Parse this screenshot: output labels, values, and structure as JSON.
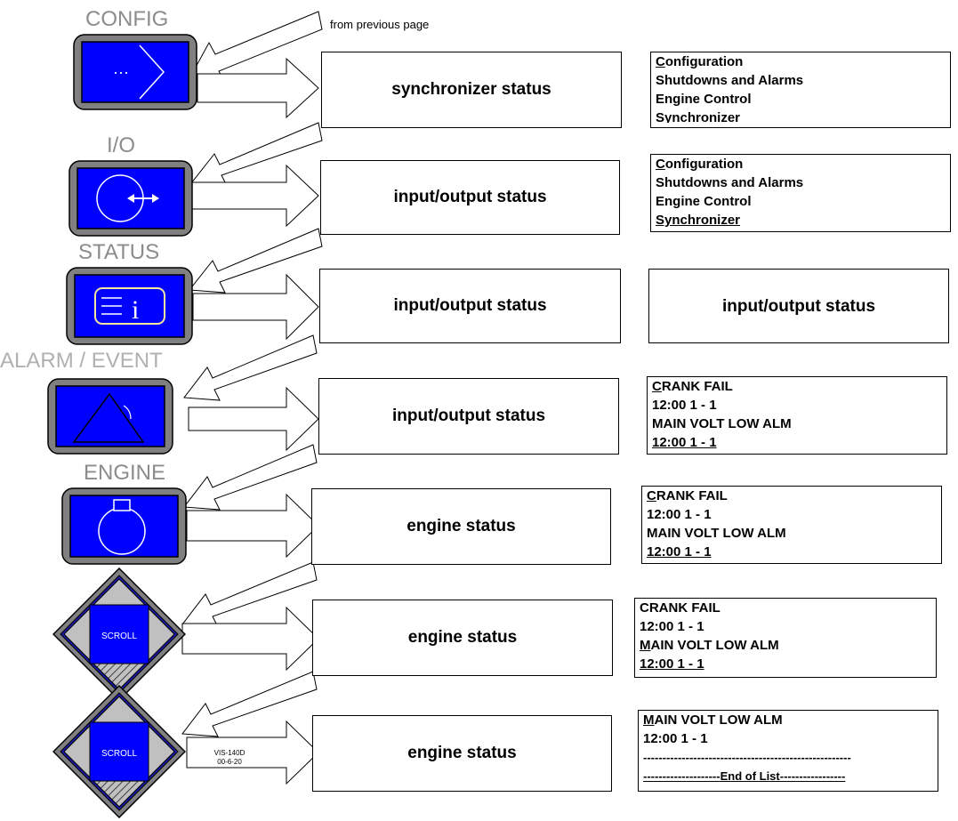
{
  "note": "from previous page",
  "ref": {
    "line1": "VIS-140D",
    "line2": "00-6-20"
  },
  "keys": [
    {
      "label": "CONFIG",
      "icon": "config-icon"
    },
    {
      "label": "I/O",
      "icon": "io-icon"
    },
    {
      "label": "STATUS",
      "icon": "status-info-icon"
    },
    {
      "label": "ALARM / EVENT",
      "icon": "alarm-triangle-icon"
    },
    {
      "label": "ENGINE",
      "icon": "engine-icon"
    },
    {
      "label": "SCROLL",
      "icon": "scroll-diamond-icon"
    },
    {
      "label": "SCROLL",
      "icon": "scroll-diamond-icon"
    }
  ],
  "status_boxes": [
    "synchronizer status",
    "input/output status",
    "input/output status",
    "input/output status",
    "engine status",
    "engine status",
    "engine status"
  ],
  "displays": [
    {
      "first": "C",
      "lines": [
        "onfiguration",
        "Shutdowns and Alarms",
        "Engine Control",
        "Synchronizer"
      ]
    },
    {
      "first": "C",
      "lines": [
        "onfiguration",
        "Shutdowns and Alarms",
        "Engine Control",
        "Synchronizer"
      ]
    },
    {
      "text": "input/output status"
    },
    {
      "first": "C",
      "lines": [
        "RANK FAIL",
        "12:00 1 - 1",
        "MAIN VOLT LOW ALM",
        "12:00 1 - 1"
      ]
    },
    {
      "first": "C",
      "lines": [
        "RANK FAIL",
        "12:00 1 - 1",
        "MAIN VOLT LOW ALM",
        "12:00 1 - 1"
      ]
    },
    {
      "l1": "CRANK FAIL",
      "l2": "12:00 1 - 1",
      "l3u": "M",
      "l3": "AIN VOLT LOW ALM",
      "l4": "12:00 1 - 1"
    },
    {
      "first": "M",
      "lines": [
        "AIN VOLT LOW ALM",
        "12:00 1 - 1",
        "------------------------------------------------------",
        "--------------------End of List-----------------"
      ]
    }
  ],
  "colors": {
    "key_face": "#0000ff",
    "key_bezel": "#808080",
    "scroll_frame": "#1a1aa6",
    "scroll_tri": "#c0c0c0"
  }
}
